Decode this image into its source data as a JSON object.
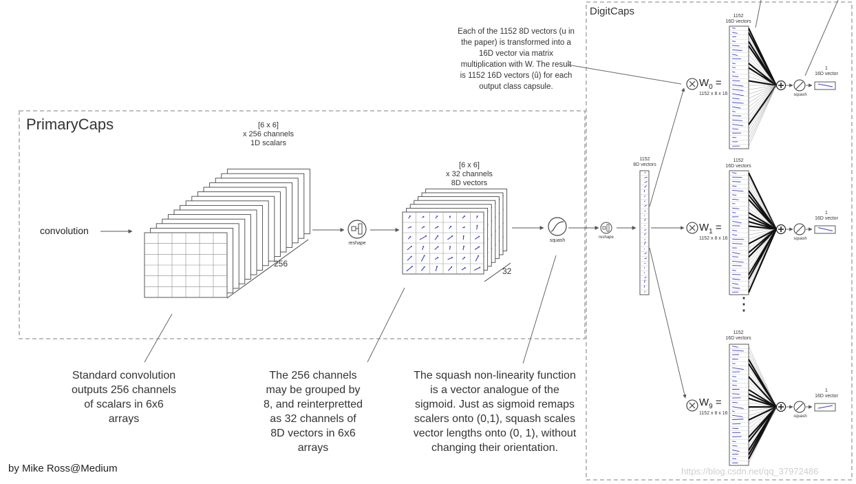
{
  "primarycaps": {
    "title": "PrimaryCaps",
    "input_label": "convolution",
    "stack256_label_lines": [
      "[6 x 6]",
      "x 256 channels",
      "1D scalars"
    ],
    "depth256": "256",
    "reshape_label": "reshape",
    "stack32_label_lines": [
      "[6 x 6]",
      "x 32 channels",
      "8D vectors"
    ],
    "depth32": "32",
    "squash_label": "squash"
  },
  "digitcaps": {
    "title": "DigitCaps",
    "reshape_label": "reshape",
    "column_label_lines": [
      "1152",
      "8D vectors"
    ],
    "note_lines": [
      "Each of the 1152 8D vectors (u in",
      "the paper) is transformed into a",
      "16D vector via matrix",
      "multiplication with W. The result",
      "is 1152 16D vectors (û) for each",
      "output class capsule."
    ],
    "capsules": [
      {
        "id": "w0",
        "weight": "W",
        "sub": "0",
        "dims": "1152 x 8 x 16",
        "col_label_lines": [
          "1152",
          "16D vectors"
        ],
        "squash": "squash",
        "out_lines": [
          "1",
          "16D vector"
        ]
      },
      {
        "id": "w1",
        "weight": "W",
        "sub": "1",
        "dims": "1152 x 8 x 16",
        "col_label_lines": [
          "1152",
          "16D vectors"
        ],
        "squash": "squash",
        "out_lines": [
          "1",
          "16D vector"
        ]
      },
      {
        "id": "w9",
        "weight": "W",
        "sub": "9",
        "dims": "1152 x 8 x 16",
        "col_label_lines": [
          "1152",
          "16D vectors"
        ],
        "squash": "squash",
        "out_lines": [
          "1",
          "16D vector"
        ]
      }
    ],
    "ellipsis": "⋮"
  },
  "captions": {
    "conv_lines": [
      "Standard convolution",
      "outputs 256 channels",
      "of scalars in 6x6",
      "arrays"
    ],
    "group_lines": [
      "The 256 channels",
      "may be grouped by",
      "8, and reinterpretted",
      "as 32 channels of",
      "8D vectors in 6x6",
      "arrays"
    ],
    "squash_lines": [
      "The squash non-linearity function",
      "is a vector analogue of the",
      "sigmoid. Just as sigmoid remaps",
      "scalers onto (0,1), squash scales",
      "vector lengths onto (0, 1), without",
      "changing their orientation."
    ]
  },
  "credit": "by Mike Ross@Medium",
  "watermark": "https://blog.csdn.net/qq_37972486",
  "colors": {
    "vector": "#3b3bc9",
    "line": "#555555",
    "dash": "#999999"
  }
}
